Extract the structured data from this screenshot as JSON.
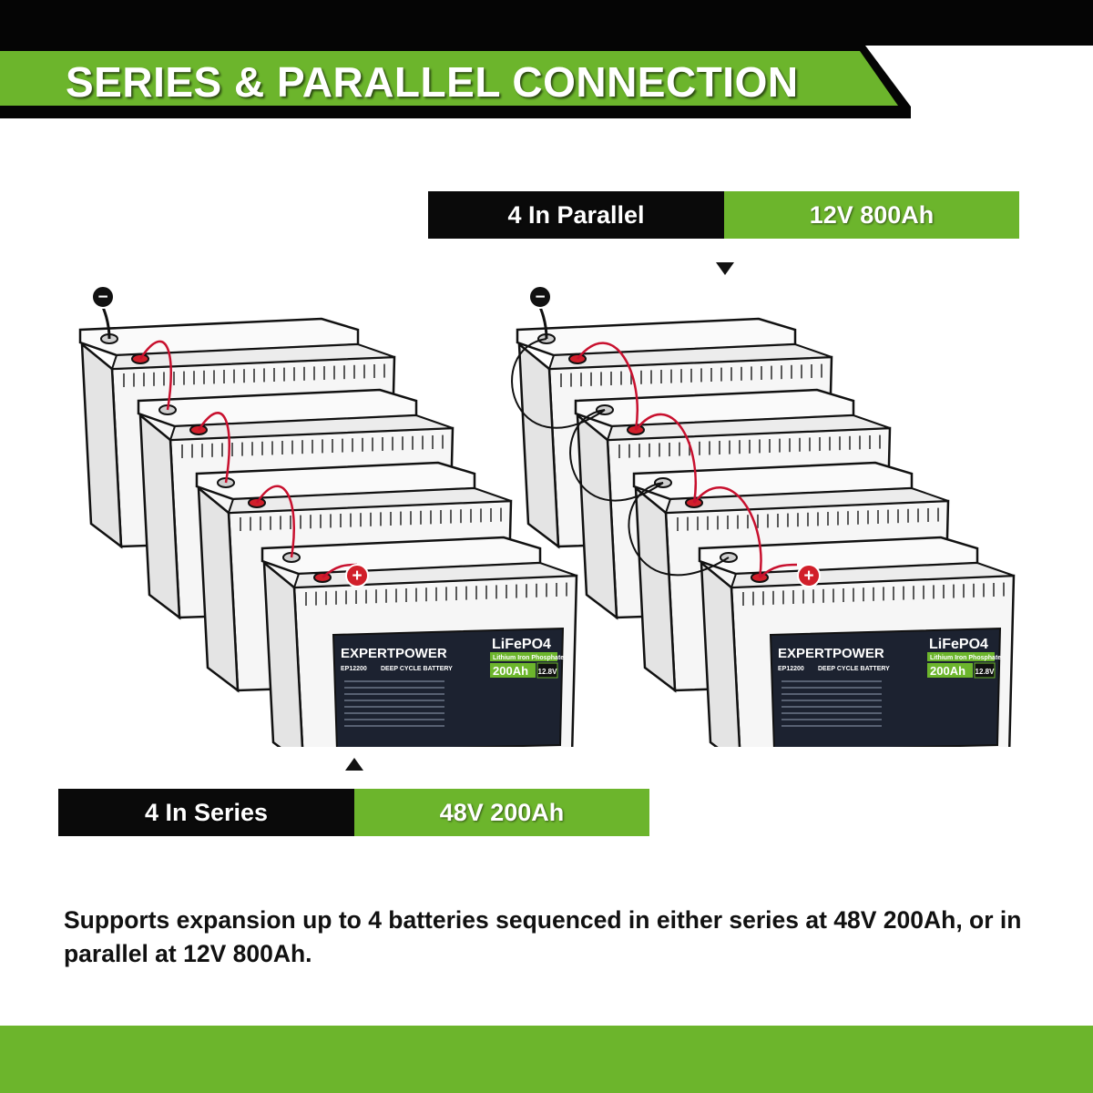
{
  "header": {
    "title": "SERIES & PARALLEL CONNECTION",
    "accent_color": "#6cb52c",
    "bar_color": "#050505"
  },
  "parallel": {
    "mode_label": "4 In Parallel",
    "spec_label": "12V 800Ah"
  },
  "series": {
    "mode_label": "4 In Series",
    "spec_label": "48V 200Ah"
  },
  "battery_label": {
    "brand": "EXPERTPOWER",
    "chemistry": "LiFePO4",
    "chemistry_sub": "Lithium Iron Phosphate",
    "capacity": "200Ah",
    "voltage": "12.8V",
    "model": "EP12200",
    "type": "DEEP CYCLE BATTERY"
  },
  "terminals": {
    "negative_symbol": "−",
    "positive_symbol": "+"
  },
  "caption": "Supports expansion up to 4 batteries sequenced in either series at 48V 200Ah, or in parallel at 12V 800Ah."
}
